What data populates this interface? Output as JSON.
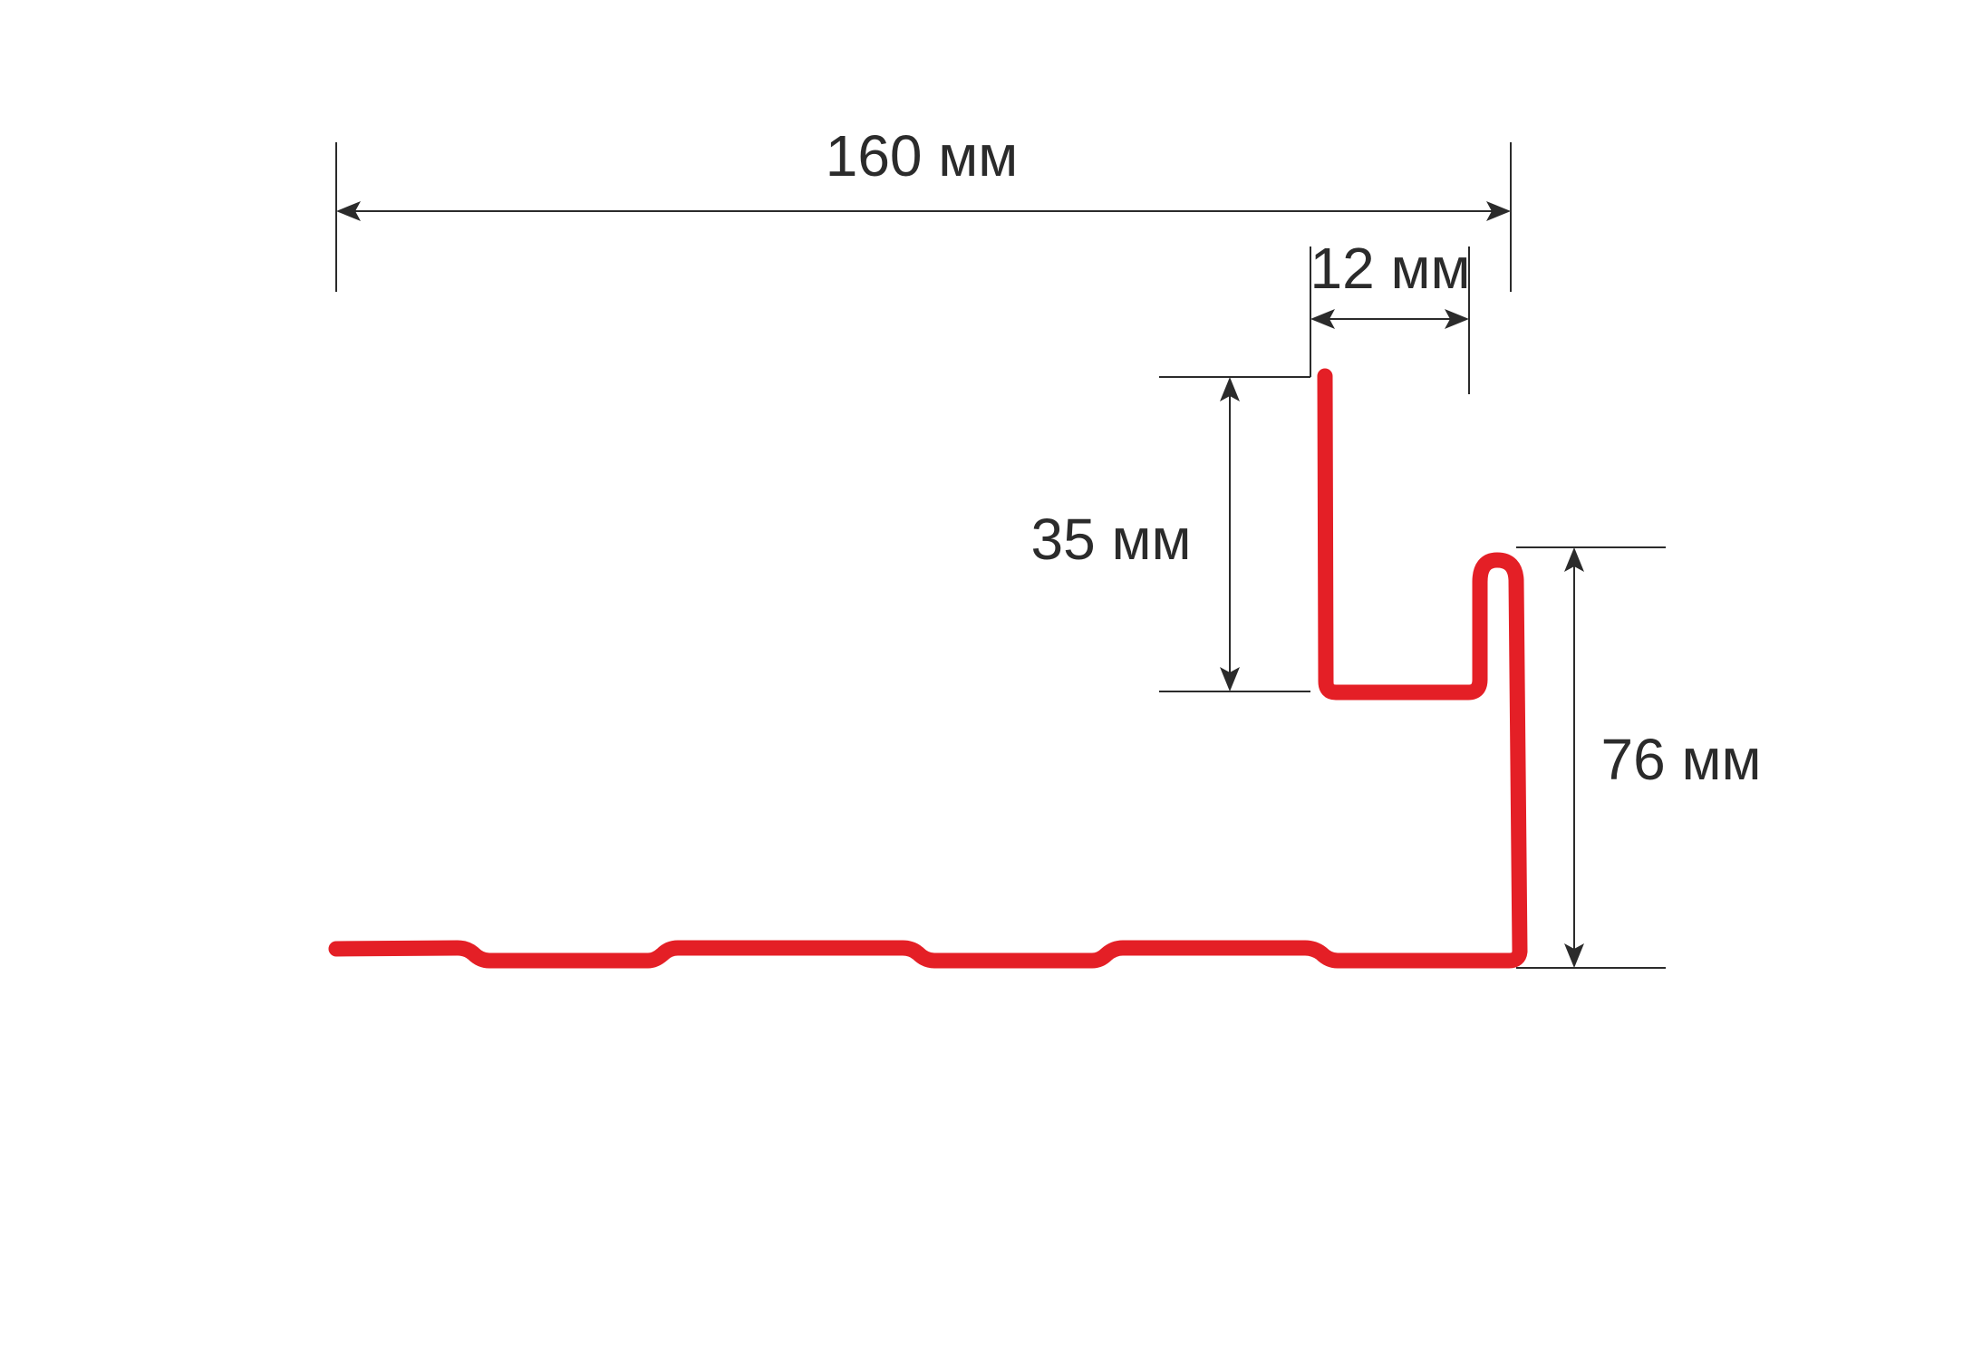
{
  "colors": {
    "profile": "#e41f26",
    "dimension": "#2b2b2b",
    "background": "#ffffff"
  },
  "dimensions": {
    "overall_width": "160 мм",
    "flange_width": "12 мм",
    "upper_height": "35 мм",
    "total_height": "76 мм"
  }
}
